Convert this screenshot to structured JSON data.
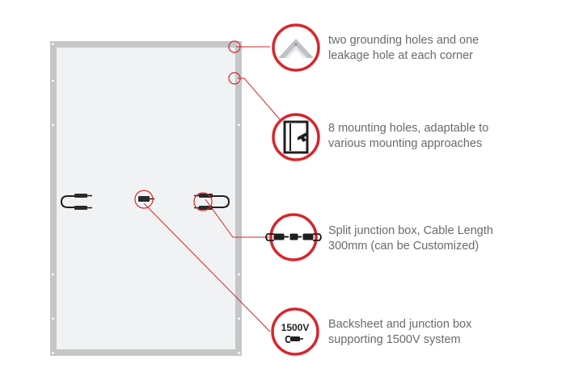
{
  "colors": {
    "accent": "#d7262b",
    "frame": "#c4c6c8",
    "panel": "#f1f2f3",
    "text": "#6a6a6a"
  },
  "callouts": [
    {
      "id": "corner-holes",
      "icon": "frame-corner-icon",
      "lines": [
        "two grounding holes and one",
        "leakage hole at each corner"
      ]
    },
    {
      "id": "mounting-holes",
      "icon": "mounting-wrench-icon",
      "lines": [
        "8 mounting holes, adaptable to",
        "various mounting approaches"
      ]
    },
    {
      "id": "junction-box",
      "icon": "split-junction-cable-icon",
      "lines": [
        "Split junction box, Cable Length",
        "300mm (can be Customized)"
      ]
    },
    {
      "id": "backsheet",
      "icon": "1500v-connector-icon",
      "badge": "1500V",
      "lines": [
        "Backsheet and junction box",
        "supporting 1500V system"
      ]
    }
  ]
}
